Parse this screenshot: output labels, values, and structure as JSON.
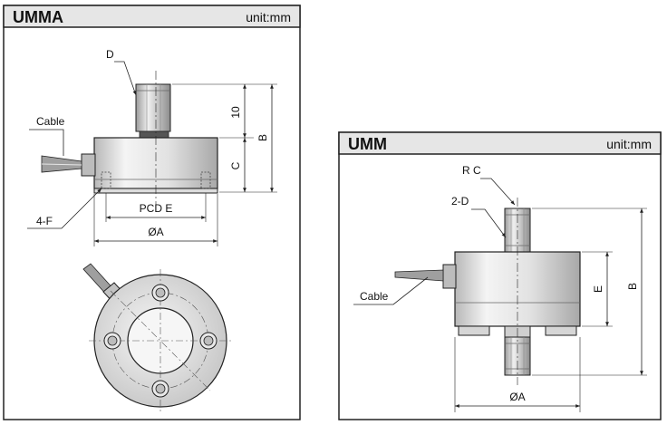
{
  "panels": {
    "umma": {
      "title": "UMMA",
      "unit": "unit:mm",
      "labels": {
        "d": "D",
        "ten": "10",
        "b": "B",
        "c": "C",
        "cable": "Cable",
        "pcd": "PCD E",
        "four_f": "4-F",
        "dia_a": "ØA"
      }
    },
    "umm": {
      "title": "UMM",
      "unit": "unit:mm",
      "labels": {
        "rc": "R C",
        "two_d": "2-D",
        "cable": "Cable",
        "e": "E",
        "b": "B",
        "dia_a": "ØA"
      }
    }
  },
  "colors": {
    "header_bg": "#e6e6e6",
    "line": "#222222",
    "part_light": "#f2f2f2",
    "part_shade": "#d4d4d4",
    "part_dark": "#9a9a9a"
  }
}
